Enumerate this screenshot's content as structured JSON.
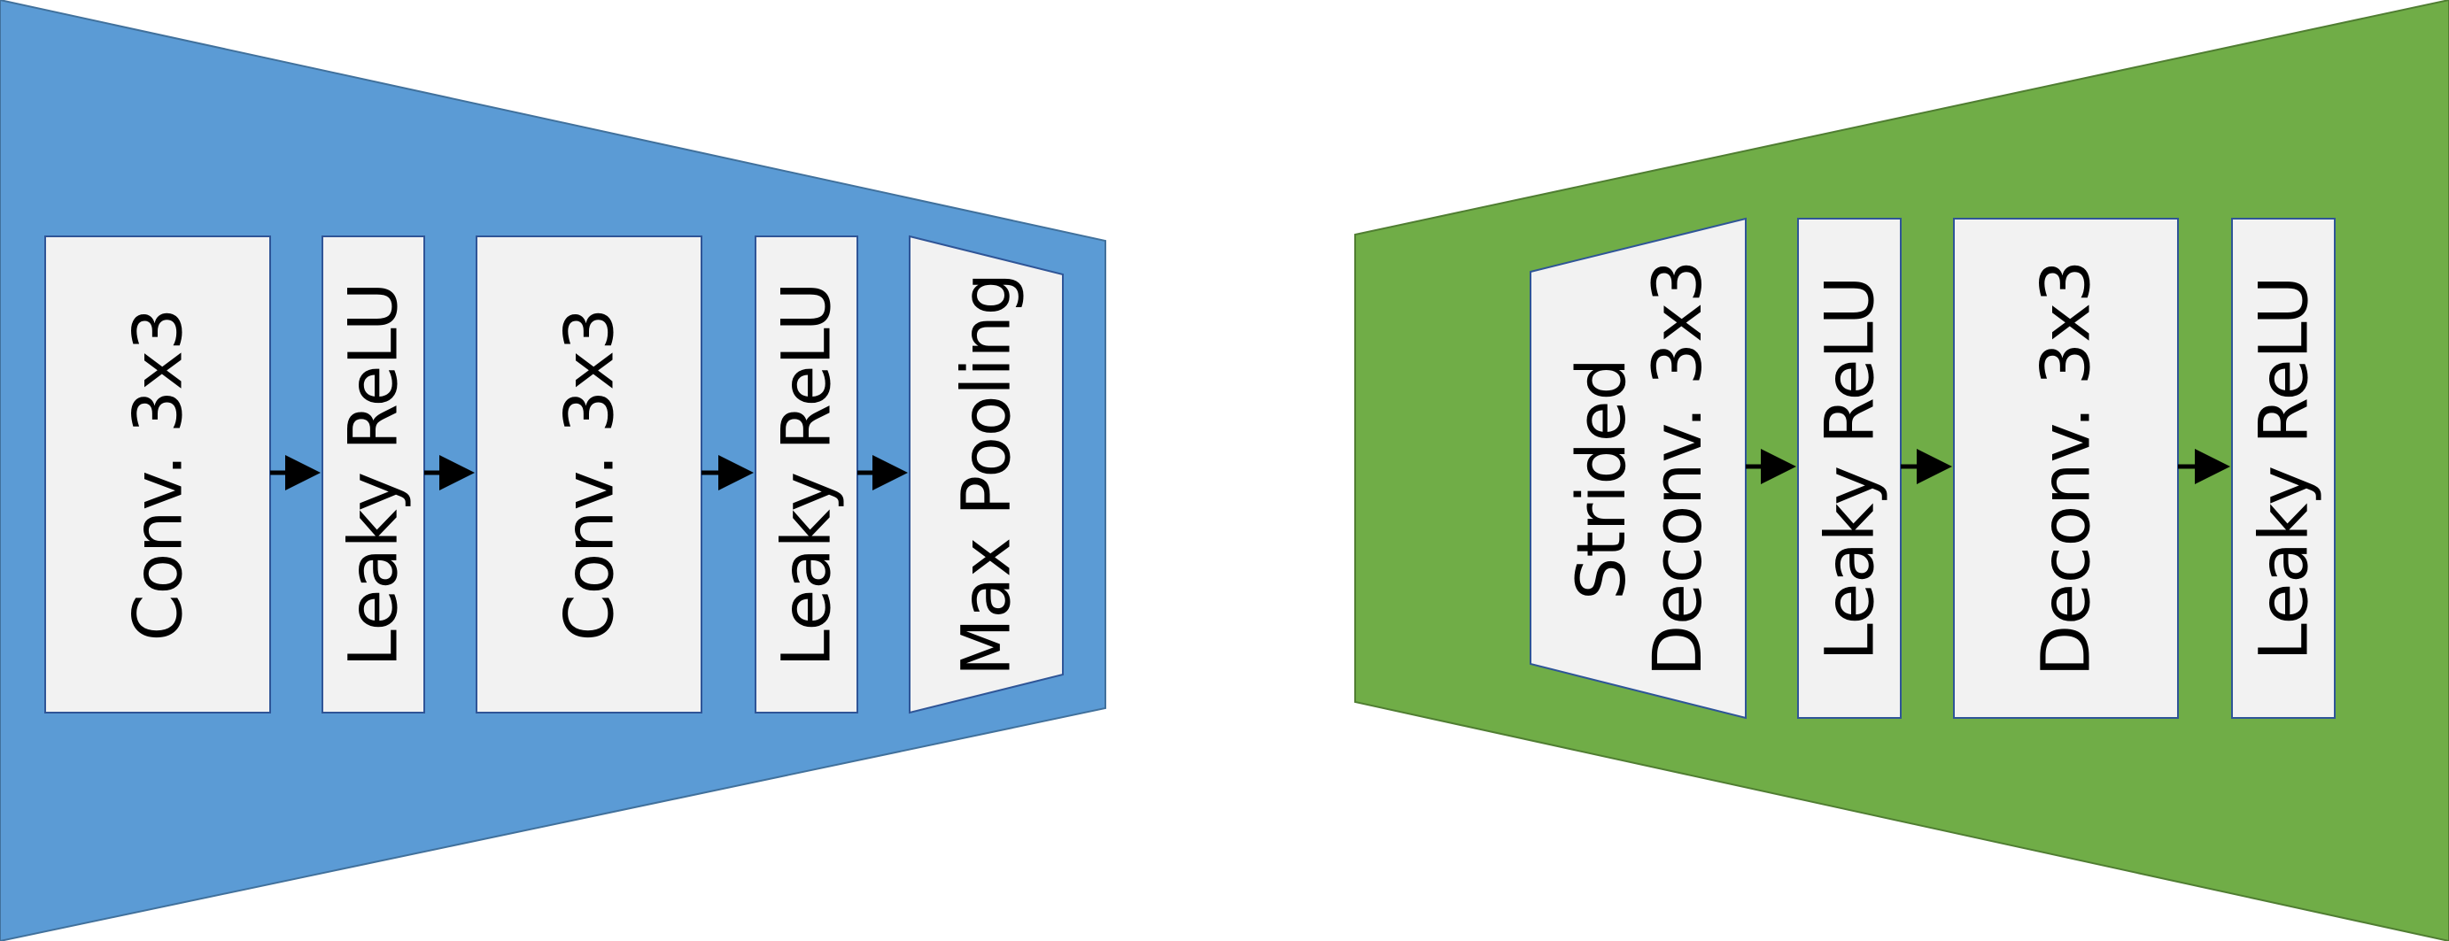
{
  "colors": {
    "encoder_fill": "#5B9BD5",
    "decoder_fill": "#70AD47",
    "block_fill": "#F2F2F2",
    "block_stroke": "#2F5597",
    "arrow": "#000000"
  },
  "encoder": {
    "blocks": [
      {
        "label": "Conv. 3x3"
      },
      {
        "label": "Leaky ReLU"
      },
      {
        "label": "Conv. 3x3"
      },
      {
        "label": "Leaky ReLU"
      },
      {
        "label": "Max Pooling"
      }
    ]
  },
  "decoder": {
    "blocks": [
      {
        "line1": "Strided",
        "line2": "Deconv. 3x3"
      },
      {
        "label": "Leaky ReLU"
      },
      {
        "label": "Deconv. 3x3"
      },
      {
        "label": "Leaky ReLU"
      }
    ]
  }
}
